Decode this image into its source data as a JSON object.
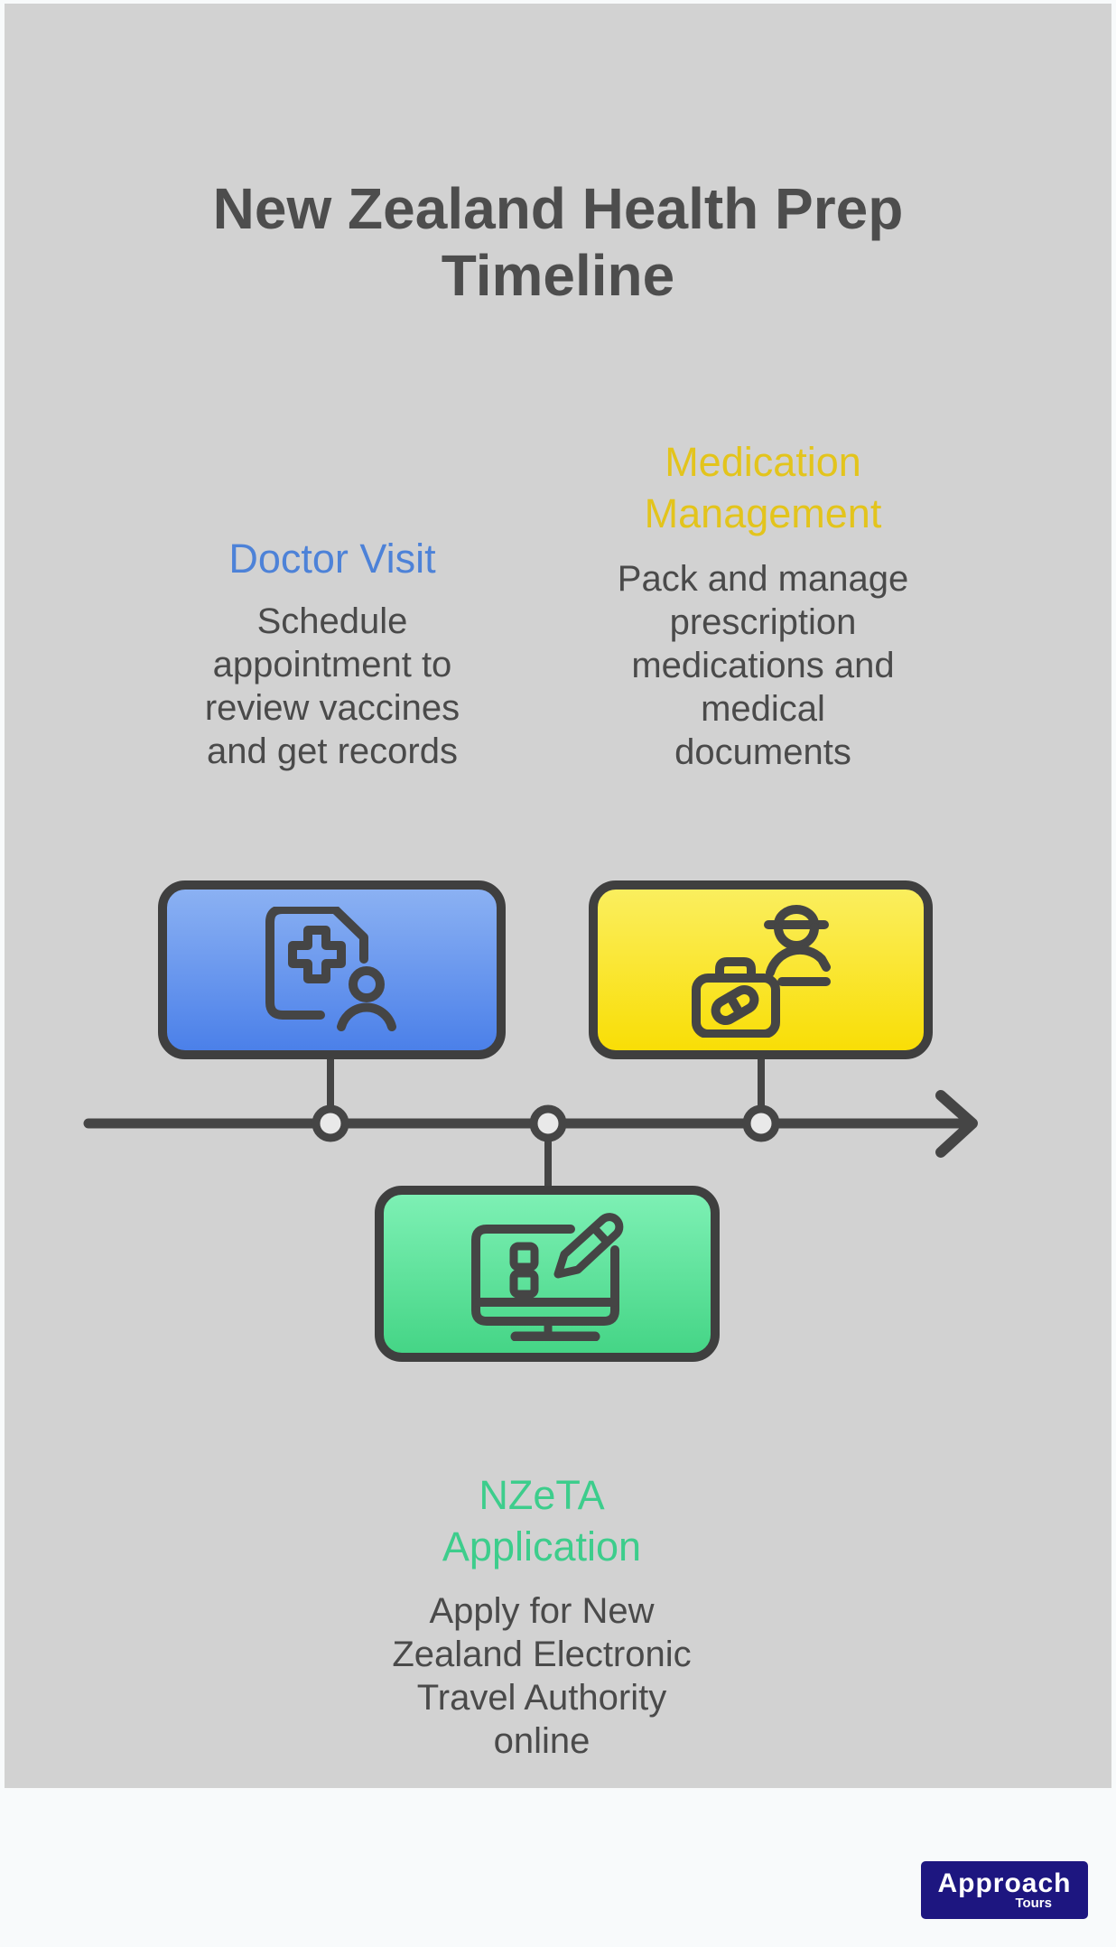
{
  "page": {
    "background_color": "#f8fafb",
    "canvas_color": "#d2d2d2",
    "ink_color": "#454545"
  },
  "title": "New Zealand Health Prep\nTimeline",
  "steps": [
    {
      "name": "doctor-visit",
      "heading": "Doctor Visit",
      "heading_color": "#4d82d8",
      "description": "Schedule\nappointment to\nreview vaccines\nand get records",
      "icon": "medical-record-person-icon",
      "card": {
        "gradient_top": "#8bb1f3",
        "gradient_bottom": "#4b80e9",
        "border_color": "#3f3f3f"
      }
    },
    {
      "name": "medication-management",
      "heading": "Medication\nManagement",
      "heading_color": "#e3c41c",
      "description": "Pack and manage\nprescription\nmedications and\nmedical\ndocuments",
      "icon": "traveler-medicine-bag-icon",
      "card": {
        "gradient_top": "#faee5e",
        "gradient_bottom": "#f9de06",
        "border_color": "#3f3f3f"
      }
    },
    {
      "name": "nzeta-application",
      "heading": "NZeTA\nApplication",
      "heading_color": "#3dcd8c",
      "description": "Apply for New\nZealand Electronic\nTravel Authority\nonline",
      "icon": "online-form-pencil-icon",
      "card": {
        "gradient_top": "#7df0b4",
        "gradient_bottom": "#45d586",
        "border_color": "#3f3f3f"
      }
    }
  ],
  "timeline": {
    "direction": "left-to-right",
    "stroke_color": "#454545",
    "node_fill": "#e9e9e9",
    "node_count": 3
  },
  "logo": {
    "brand": "Approach",
    "sub": "Tours",
    "background": "#1d1680",
    "text_color": "#ffffff"
  }
}
